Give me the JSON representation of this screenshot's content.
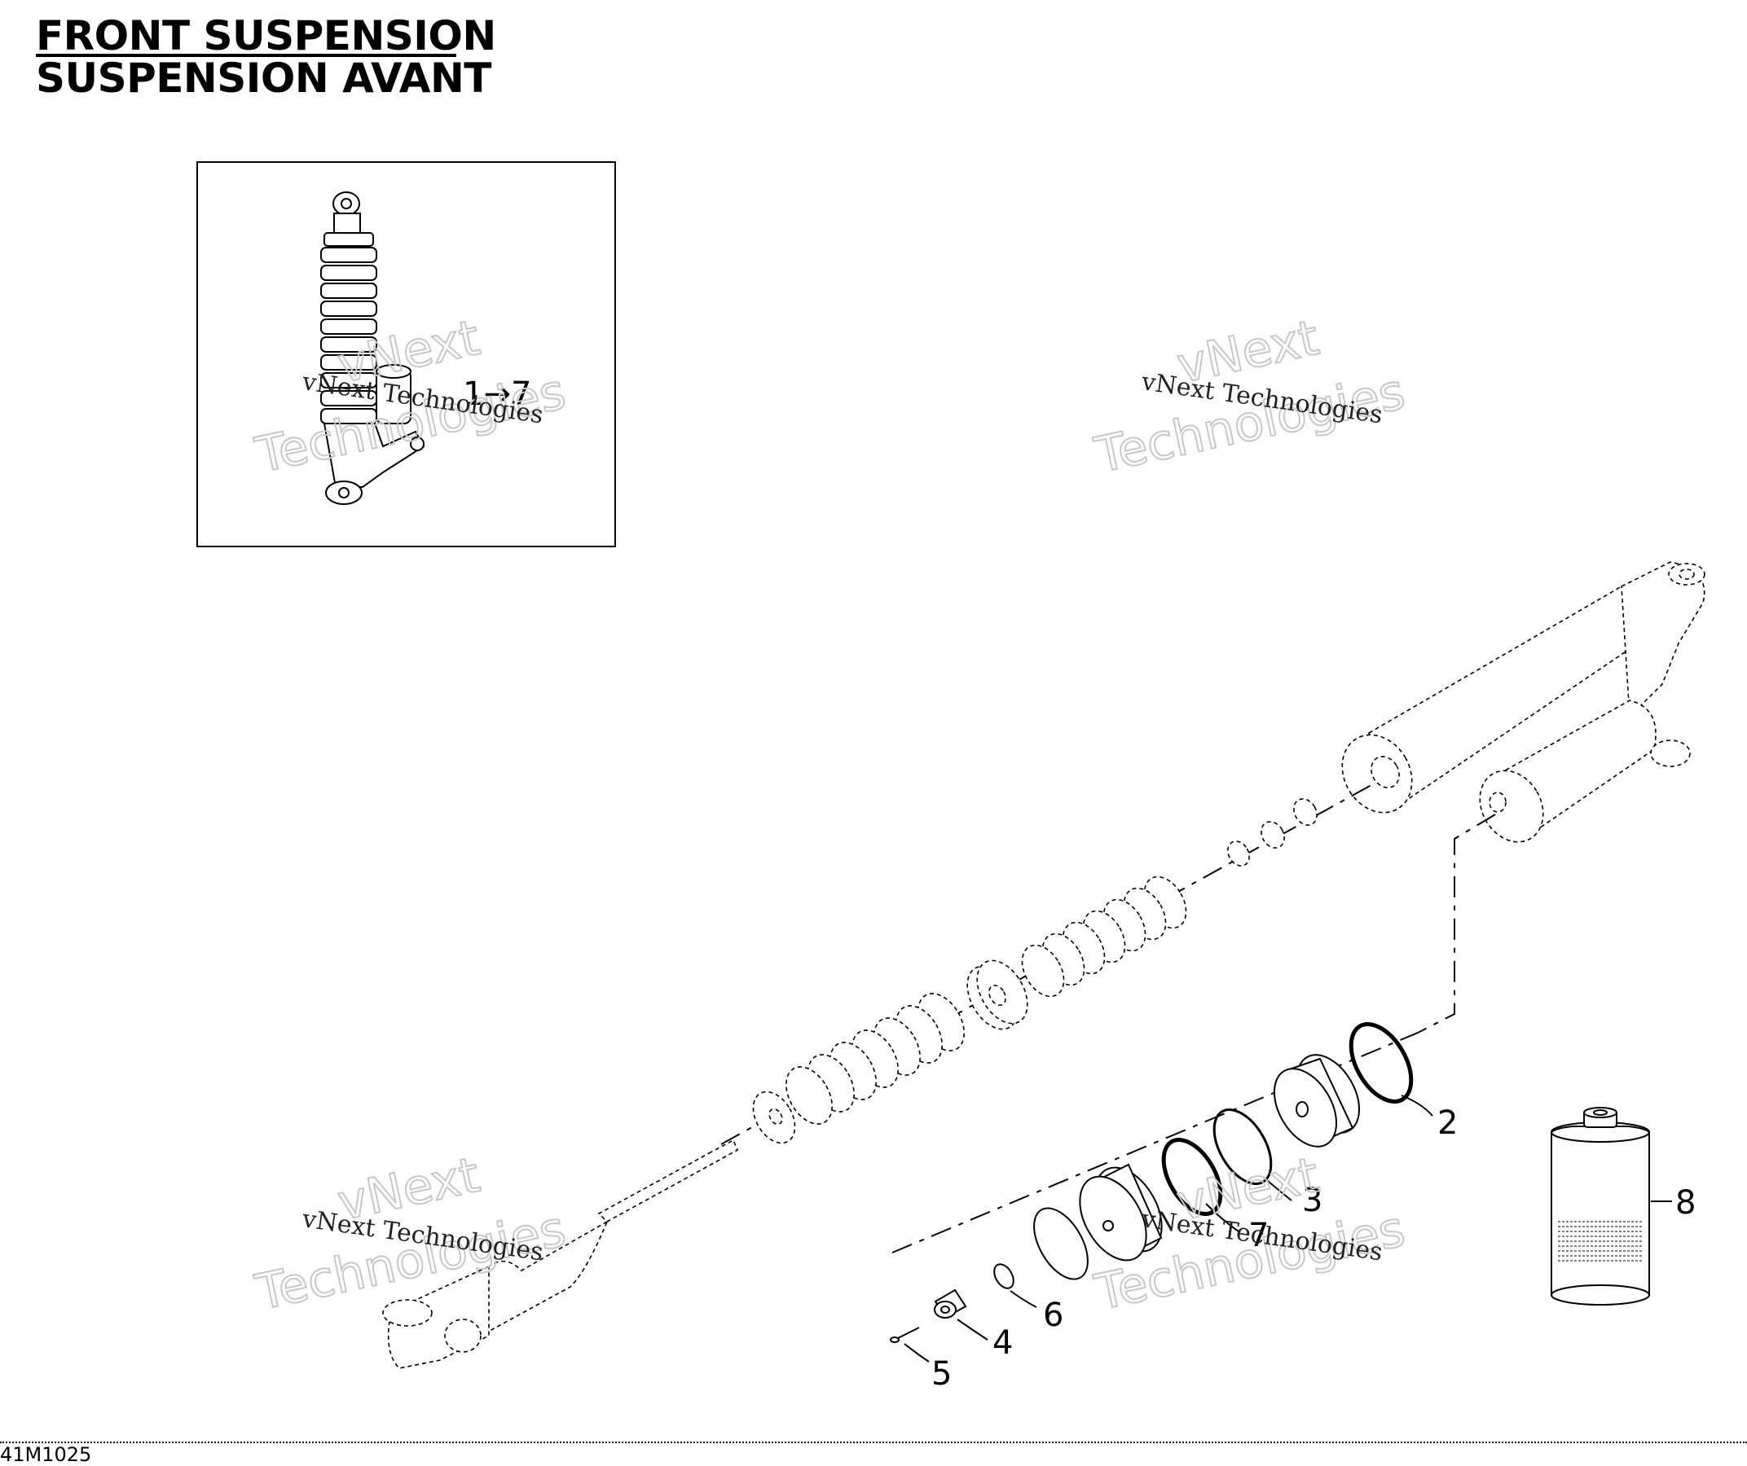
{
  "header": {
    "title_en": "FRONT SUSPENSION",
    "title_fr": "SUSPENSION AVANT"
  },
  "footer": {
    "diagram_code": "41M1025"
  },
  "inset": {
    "callout": "1→7"
  },
  "callouts": [
    {
      "id": "2",
      "label": "2"
    },
    {
      "id": "3",
      "label": "3"
    },
    {
      "id": "4",
      "label": "4"
    },
    {
      "id": "5",
      "label": "5"
    },
    {
      "id": "6",
      "label": "6"
    },
    {
      "id": "7",
      "label": "7"
    },
    {
      "id": "8",
      "label": "8"
    }
  ],
  "watermark": {
    "brand_line": "vNext Technologies",
    "big_top": "vNext",
    "big_bottom": "Technologies"
  }
}
